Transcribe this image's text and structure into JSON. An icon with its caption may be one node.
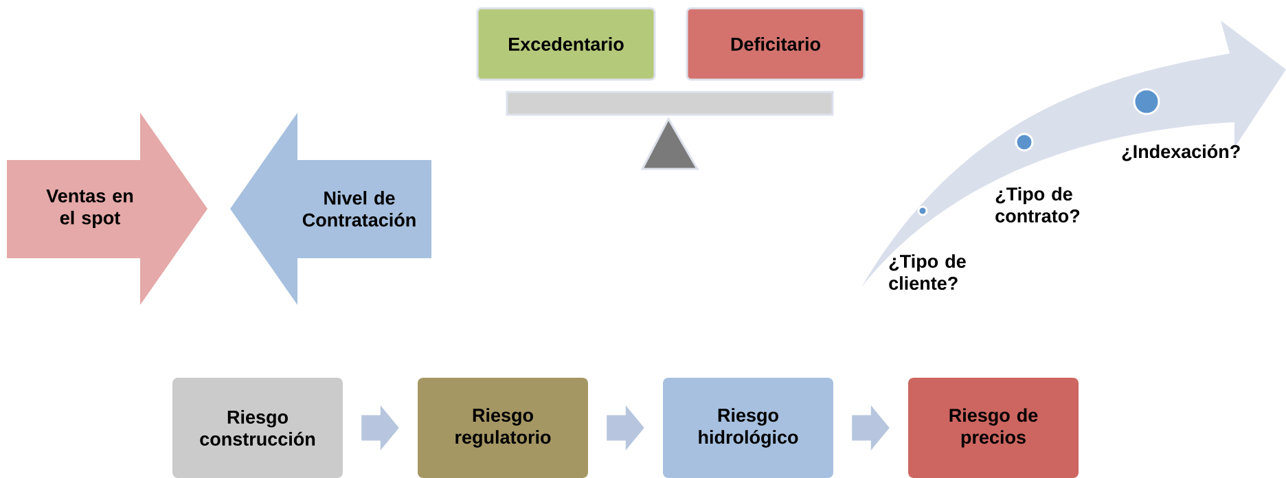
{
  "diagram": {
    "nodes": [
      {
        "text": [
          "Ventas en el spot"
        ]
      },
      {
        "text": [
          "Nivel de Contratación"
        ]
      },
      {
        "text": [
          "Excedentario"
        ]
      },
      {
        "text": [
          "Deficitario"
        ]
      },
      {
        "text": [
          "Riesgo construcción"
        ]
      },
      {
        "text": [
          "Riesgo regulatorio"
        ]
      },
      {
        "text": [
          "Riesgo hidrológico"
        ]
      },
      {
        "text": [
          "Riesgo de precios"
        ]
      }
    ],
    "edges": [
      {
        "from": 4,
        "to": 5,
        "arrow": "to"
      },
      {
        "from": 5,
        "to": 6,
        "arrow": "to"
      },
      {
        "from": 6,
        "to": 7,
        "arrow": "to"
      }
    ],
    "labels": [
      "¿Tipo de cliente?",
      "¿Tipo de contrato?",
      "¿Indexación?"
    ]
  }
}
